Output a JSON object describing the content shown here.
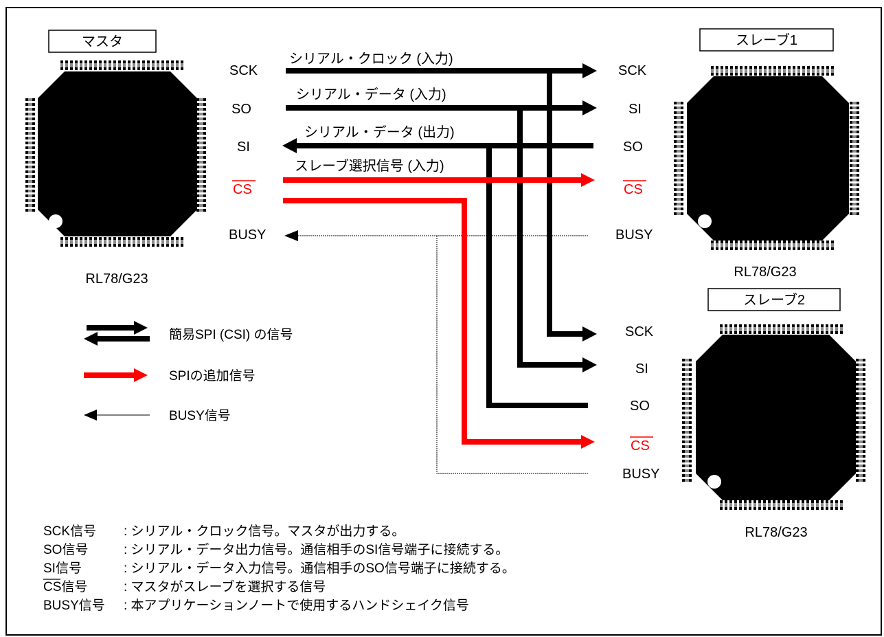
{
  "chips": {
    "master": {
      "title": "マスタ",
      "model": "RL78/G23"
    },
    "slave1": {
      "title": "スレーブ1",
      "model": "RL78/G23"
    },
    "slave2": {
      "title": "スレーブ2",
      "model": "RL78/G23"
    }
  },
  "master_pins": {
    "sck": "SCK",
    "so": "SO",
    "si": "SI",
    "cs": "CS",
    "busy": "BUSY"
  },
  "slave1_pins": {
    "sck": "SCK",
    "si": "SI",
    "so": "SO",
    "cs": "CS",
    "busy": "BUSY"
  },
  "slave2_pins": {
    "sck": "SCK",
    "si": "SI",
    "so": "SO",
    "cs": "CS",
    "busy": "BUSY"
  },
  "line_labels": {
    "sck": "シリアル・クロック (入力)",
    "si": "シリアル・データ (入力)",
    "so": "シリアル・データ (出力)",
    "cs": "スレーブ選択信号 (入力)"
  },
  "legend": {
    "csi": "簡易SPI (CSI) の信号",
    "spi_add": "SPIの追加信号",
    "busy": "BUSY信号"
  },
  "descriptions": [
    {
      "name": "SCK信号",
      "text": ": シリアル・クロック信号。マスタが出力する。"
    },
    {
      "name": "SO信号",
      "text": ": シリアル・データ出力信号。通信相手のSI信号端子に接続する。"
    },
    {
      "name": "SI信号",
      "text": ": シリアル・データ入力信号。通信相手のSO信号端子に接続する。"
    },
    {
      "name": "CS信号",
      "text": ": マスタがスレーブを選択する信号"
    },
    {
      "name": "BUSY信号",
      "text": ": 本アプリケーションノートで使用するハンドシェイク信号"
    }
  ],
  "colors": {
    "csi": "#000000",
    "spi_add": "#ff0000",
    "busy": "#000000"
  }
}
